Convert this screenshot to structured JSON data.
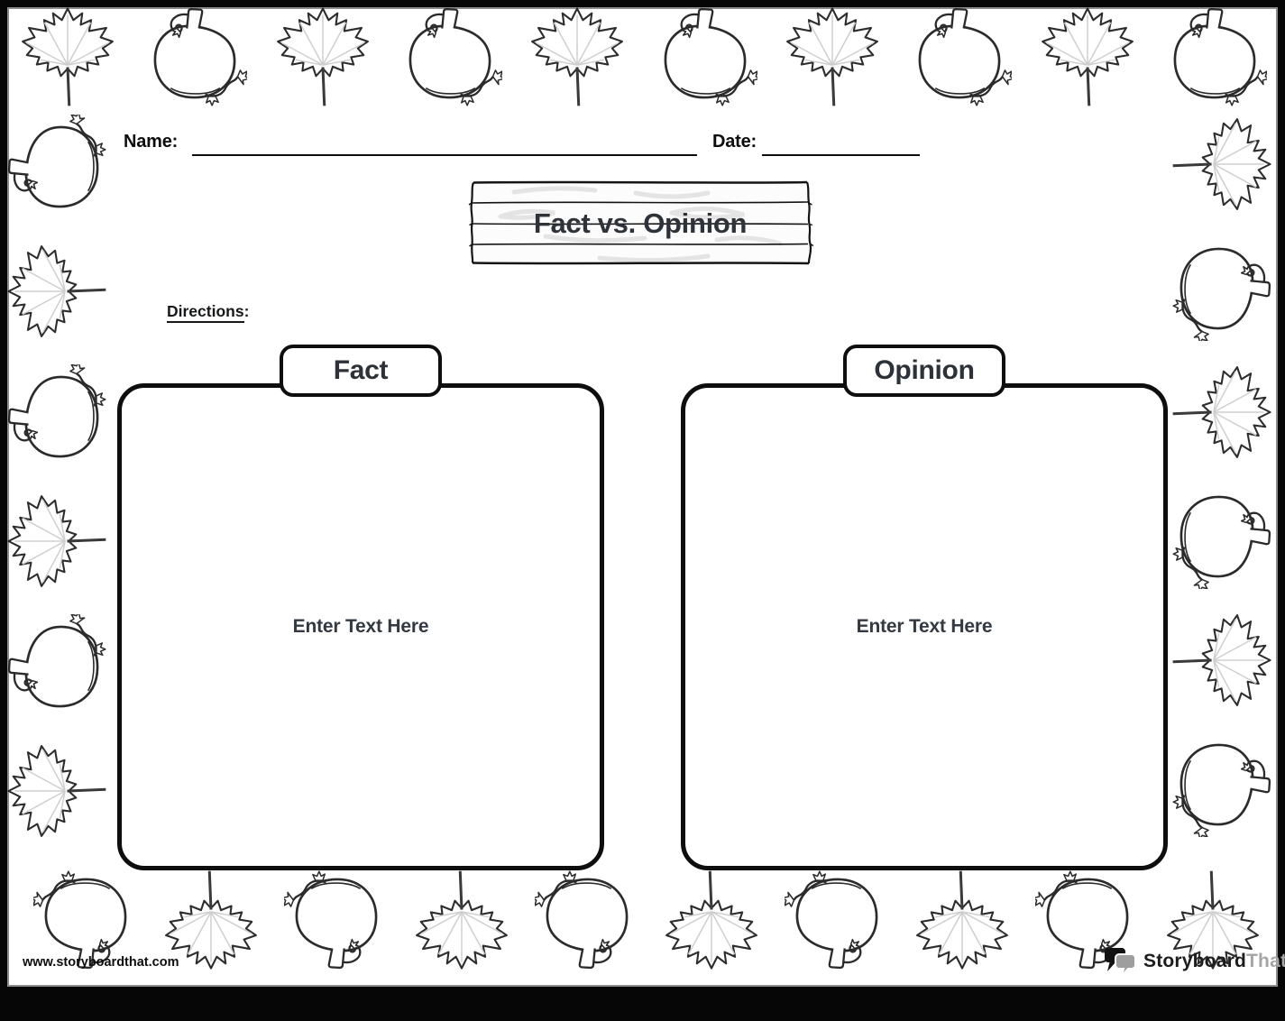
{
  "header": {
    "name_label": "Name:",
    "date_label": "Date:"
  },
  "title_sign": {
    "title": "Fact vs. Opinion"
  },
  "directions": {
    "label": "Directions",
    "suffix": ":"
  },
  "columns": [
    {
      "label": "Fact",
      "placeholder": "Enter Text Here"
    },
    {
      "label": "Opinion",
      "placeholder": "Enter Text Here"
    }
  ],
  "footer": {
    "url": "www.storyboardthat.com",
    "logo_primary": "Storyboard",
    "logo_secondary": "That"
  },
  "icons": {
    "maple-leaf": "maple-leaf-icon",
    "pumpkin": "pumpkin-icon",
    "speech-bubbles": "speech-bubbles-icon"
  },
  "colors": {
    "frame_black": "#060606",
    "frame_inner_gray": "#8d8d8d",
    "text_dark": "#2d3339",
    "ink_black": "#0d0d0d",
    "line_art": "#2b2b2b",
    "leaf_vein": "#cfcfcf",
    "logo_gray": "#a5a5a5",
    "sign_grain": "#e4e4e4"
  },
  "border": {
    "top": [
      "maple-leaf",
      "pumpkin",
      "maple-leaf",
      "pumpkin",
      "maple-leaf",
      "pumpkin",
      "maple-leaf",
      "pumpkin",
      "maple-leaf",
      "pumpkin"
    ],
    "right": [
      "maple-leaf",
      "pumpkin",
      "maple-leaf",
      "pumpkin",
      "maple-leaf",
      "pumpkin"
    ],
    "bottom": [
      "pumpkin",
      "maple-leaf",
      "pumpkin",
      "maple-leaf",
      "pumpkin",
      "maple-leaf",
      "pumpkin",
      "maple-leaf",
      "pumpkin",
      "maple-leaf"
    ],
    "left": [
      "pumpkin",
      "maple-leaf",
      "pumpkin",
      "maple-leaf",
      "pumpkin",
      "maple-leaf"
    ]
  }
}
